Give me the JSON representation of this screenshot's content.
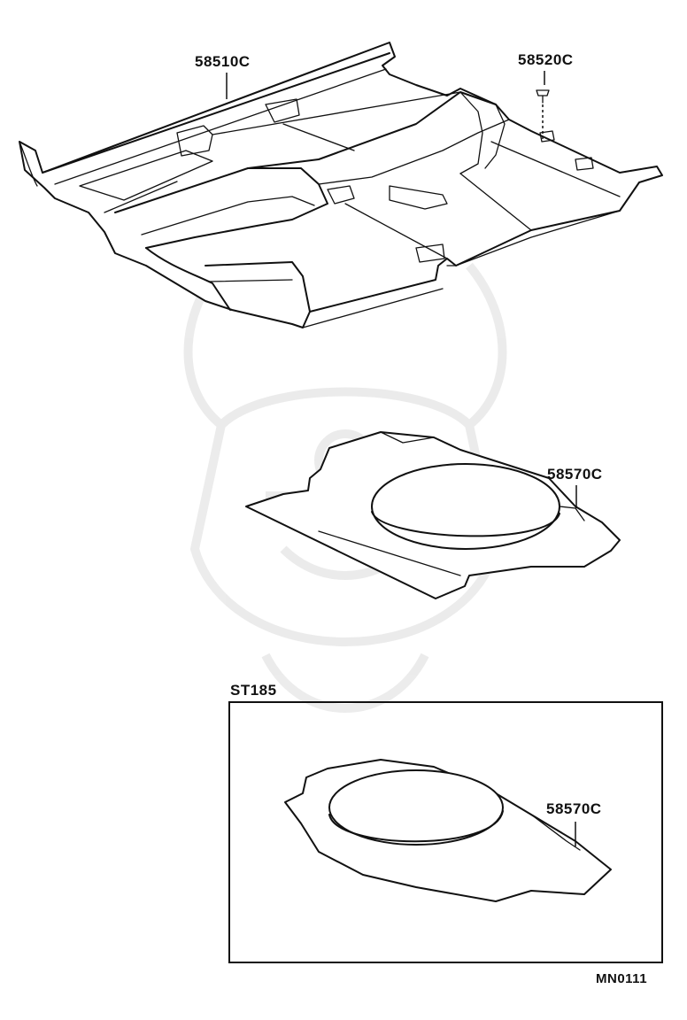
{
  "parts": {
    "floor_carpet": {
      "code": "58510C"
    },
    "clip": {
      "code": "58520C"
    },
    "luggage_mat": {
      "code": "58570C"
    },
    "inset_luggage_mat": {
      "code": "58570C"
    }
  },
  "inset": {
    "title": "ST185"
  },
  "diagram_code": "MN0111",
  "colors": {
    "line": "#111111",
    "background": "#ffffff"
  }
}
